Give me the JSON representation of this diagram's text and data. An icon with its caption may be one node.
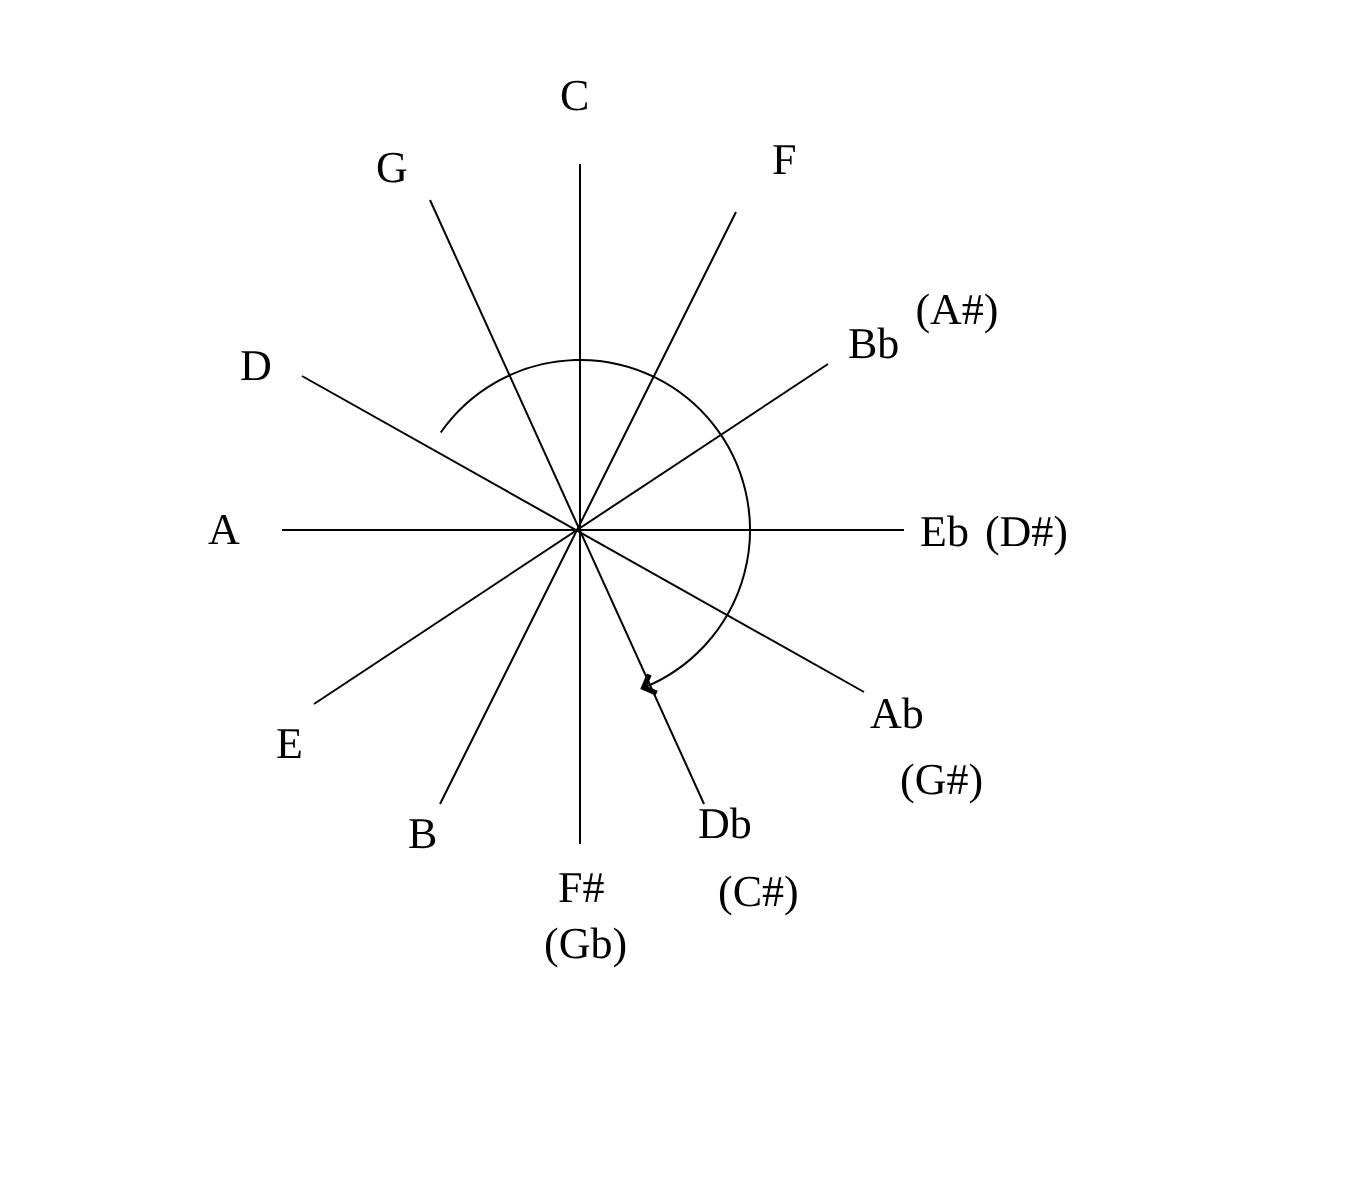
{
  "diagram": {
    "nodes": [
      {
        "text": [
          "C"
        ]
      },
      {
        "text": [
          "F"
        ]
      },
      {
        "text": [
          "Bb",
          "(A#)"
        ]
      },
      {
        "text": [
          "Eb",
          "(D#)"
        ]
      },
      {
        "text": [
          "Ab",
          "(G#)"
        ]
      },
      {
        "text": [
          "Db",
          "(C#)"
        ]
      },
      {
        "text": [
          "F#",
          "(Gb)"
        ]
      },
      {
        "text": [
          "B"
        ]
      },
      {
        "text": [
          "E"
        ]
      },
      {
        "text": [
          "A"
        ]
      },
      {
        "text": [
          "D"
        ]
      },
      {
        "text": [
          "G"
        ]
      }
    ],
    "edges": [
      {
        "from": 0,
        "to": 6,
        "arrow": "none"
      },
      {
        "from": 1,
        "to": 7,
        "arrow": "none"
      },
      {
        "from": 2,
        "to": 8,
        "arrow": "none"
      },
      {
        "from": 3,
        "to": 9,
        "arrow": "none"
      },
      {
        "from": 4,
        "to": 10,
        "arrow": "none"
      },
      {
        "from": 5,
        "to": 11,
        "arrow": "none"
      }
    ]
  }
}
